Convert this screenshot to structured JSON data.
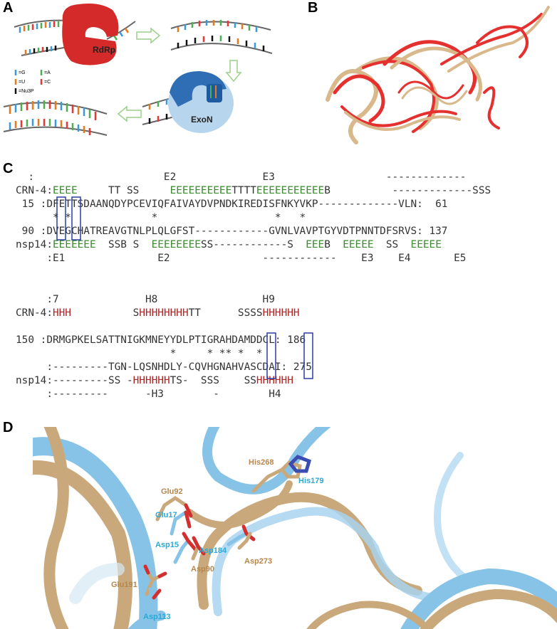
{
  "panels": {
    "a": "A",
    "b": "B",
    "c": "C",
    "d": "D"
  },
  "panel_a": {
    "rdrp_label": "RdRp",
    "exon_label": "ExoN",
    "legend": [
      "=G",
      "=A",
      "=U",
      "=C",
      "=Nu3P"
    ]
  },
  "alignment_block1": {
    "lines": [
      {
        "parts": [
          {
            "t": "  :                     E2              E3                  -------------",
            "c": ""
          }
        ]
      },
      {
        "parts": [
          {
            "t": "CRN-4:",
            "c": ""
          },
          {
            "t": "EEEE",
            "c": "green"
          },
          {
            "t": "     TT SS     ",
            "c": ""
          },
          {
            "t": "EEEEEEEEEE",
            "c": "green"
          },
          {
            "t": "TTTT",
            "c": ""
          },
          {
            "t": "EEEEEEEEEEE",
            "c": "green"
          },
          {
            "t": "B          -------------SSS",
            "c": ""
          }
        ]
      },
      {
        "parts": [
          {
            "t": " 15 :DFETTSDAANQDYPCEVIQFAIVAYDVPNDKIREDISFNKYVKP-------------VLN:  61",
            "c": ""
          }
        ]
      },
      {
        "parts": [
          {
            "t": "      * *             *                   *   *",
            "c": ""
          }
        ]
      },
      {
        "parts": [
          {
            "t": " 90 :DVEGCHATREAVGTNLPLQLGFST------------GVNLVAVPTGYVDTPNNTDFSRVS: 137",
            "c": ""
          }
        ]
      },
      {
        "parts": [
          {
            "t": "nsp14:",
            "c": ""
          },
          {
            "t": "EEEEEEE",
            "c": "green"
          },
          {
            "t": "  SSB S  ",
            "c": ""
          },
          {
            "t": "EEEEEEEE",
            "c": "green"
          },
          {
            "t": "SS------------S  ",
            "c": ""
          },
          {
            "t": "EEE",
            "c": "green"
          },
          {
            "t": "B  ",
            "c": ""
          },
          {
            "t": "EEEEE",
            "c": "green"
          },
          {
            "t": "  SS  ",
            "c": ""
          },
          {
            "t": "EEEEE",
            "c": "green"
          }
        ]
      },
      {
        "parts": [
          {
            "t": "     :E1               E2               ------------    E3    E4       E5",
            "c": ""
          }
        ]
      }
    ]
  },
  "alignment_block2": {
    "lines": [
      {
        "parts": [
          {
            "t": "     :7              H8                 H9",
            "c": ""
          }
        ]
      },
      {
        "parts": [
          {
            "t": "CRN-4:",
            "c": ""
          },
          {
            "t": "HHH",
            "c": "red"
          },
          {
            "t": "          S",
            "c": ""
          },
          {
            "t": "HHHHHHHH",
            "c": "red"
          },
          {
            "t": "TT      SSSS",
            "c": ""
          },
          {
            "t": "HHHHHH",
            "c": "red"
          }
        ]
      },
      {
        "parts": [
          {
            "t": "",
            "c": ""
          }
        ]
      },
      {
        "parts": [
          {
            "t": "150 :DRMGPKELSATTNIGKMNEYYDLPTIGRAHDAMDDCL: 186",
            "c": ""
          }
        ]
      },
      {
        "parts": [
          {
            "t": "                         *     * ** *  *",
            "c": ""
          }
        ]
      },
      {
        "parts": [
          {
            "t": "     :---------TGN-LQSNHDLY-CQVHGNAHVASCDAI: 275",
            "c": ""
          }
        ]
      },
      {
        "parts": [
          {
            "t": "nsp14:",
            "c": ""
          },
          {
            "t": "---------SS -",
            "c": ""
          },
          {
            "t": "HHHHHH",
            "c": "red"
          },
          {
            "t": "TS-  SSS    SS",
            "c": ""
          },
          {
            "t": "HHHHHH",
            "c": "red"
          }
        ]
      },
      {
        "parts": [
          {
            "t": "     :---------      -H3        -        H4",
            "c": ""
          }
        ]
      }
    ]
  },
  "panel_d": {
    "labels": [
      {
        "text": "His268",
        "cls": "tan"
      },
      {
        "text": "His179",
        "cls": "cyan"
      },
      {
        "text": "Glu92",
        "cls": "tan"
      },
      {
        "text": "Glu17",
        "cls": "cyan"
      },
      {
        "text": "Asp15",
        "cls": "cyan"
      },
      {
        "text": "Asp184",
        "cls": "cyan"
      },
      {
        "text": "Asp90",
        "cls": "tan"
      },
      {
        "text": "Asp273",
        "cls": "tan"
      },
      {
        "text": "Glu191",
        "cls": "tan"
      },
      {
        "text": "Asp113",
        "cls": "cyan"
      }
    ]
  }
}
